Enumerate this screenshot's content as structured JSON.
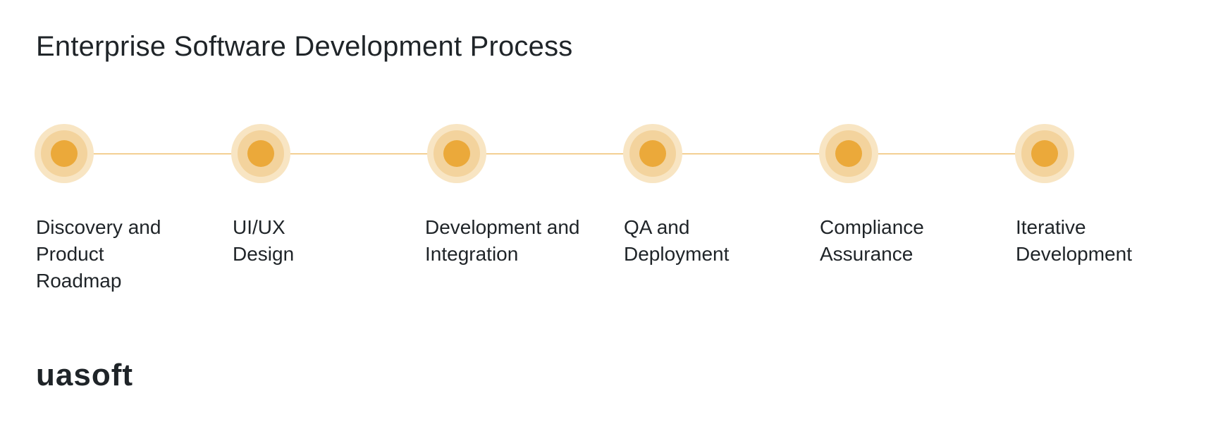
{
  "title": "Enterprise Software Development Process",
  "colors": {
    "accent": "#eba93a",
    "ring_mid": "#f3d39d",
    "ring_outer": "#f8e5c3",
    "text": "#1f2428"
  },
  "steps": [
    {
      "label": "Discovery and Product Roadmap"
    },
    {
      "label": "UI/UX Design"
    },
    {
      "label": "Development and Integration"
    },
    {
      "label": "QA and Deployment"
    },
    {
      "label": "Compliance Assurance"
    },
    {
      "label": "Iterative Development"
    }
  ],
  "logo": "uasoft"
}
